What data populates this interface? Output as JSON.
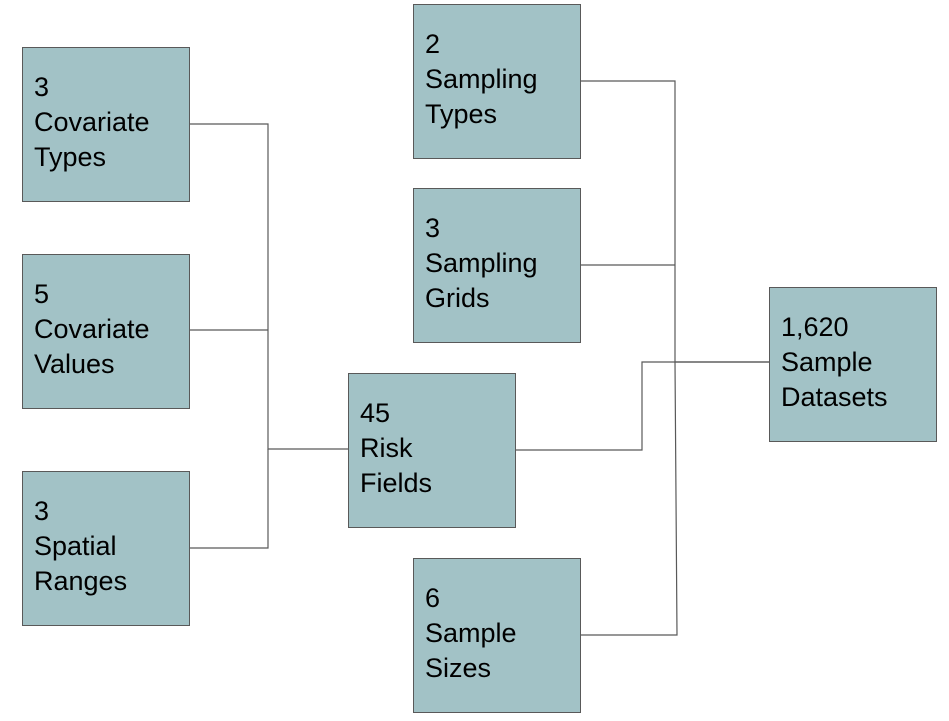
{
  "diagram": {
    "colors": {
      "box_fill": "#a2c2c6",
      "box_border": "#595959",
      "connector": "#595959",
      "text": "#000000"
    },
    "nodes": {
      "covariate_types": {
        "count": "3",
        "line1": "Covariate",
        "line2": "Types"
      },
      "covariate_values": {
        "count": "5",
        "line1": "Covariate",
        "line2": "Values"
      },
      "spatial_ranges": {
        "count": "3",
        "line1": "Spatial",
        "line2": "Ranges"
      },
      "risk_fields": {
        "count": "45",
        "line1": "Risk",
        "line2": "Fields"
      },
      "sampling_types": {
        "count": "2",
        "line1": "Sampling",
        "line2": "Types"
      },
      "sampling_grids": {
        "count": "3",
        "line1": "Sampling",
        "line2": "Grids"
      },
      "sample_sizes": {
        "count": "6",
        "line1": "Sample",
        "line2": "Sizes"
      },
      "sample_datasets": {
        "count": "1,620",
        "line1": "Sample",
        "line2": "Datasets"
      }
    },
    "edges": [
      {
        "from": "covariate_types",
        "to": "risk_fields"
      },
      {
        "from": "covariate_values",
        "to": "risk_fields"
      },
      {
        "from": "spatial_ranges",
        "to": "risk_fields"
      },
      {
        "from": "sampling_types",
        "to": "sample_datasets"
      },
      {
        "from": "sampling_grids",
        "to": "sample_datasets"
      },
      {
        "from": "sample_sizes",
        "to": "sample_datasets"
      },
      {
        "from": "risk_fields",
        "to": "sample_datasets"
      }
    ]
  }
}
